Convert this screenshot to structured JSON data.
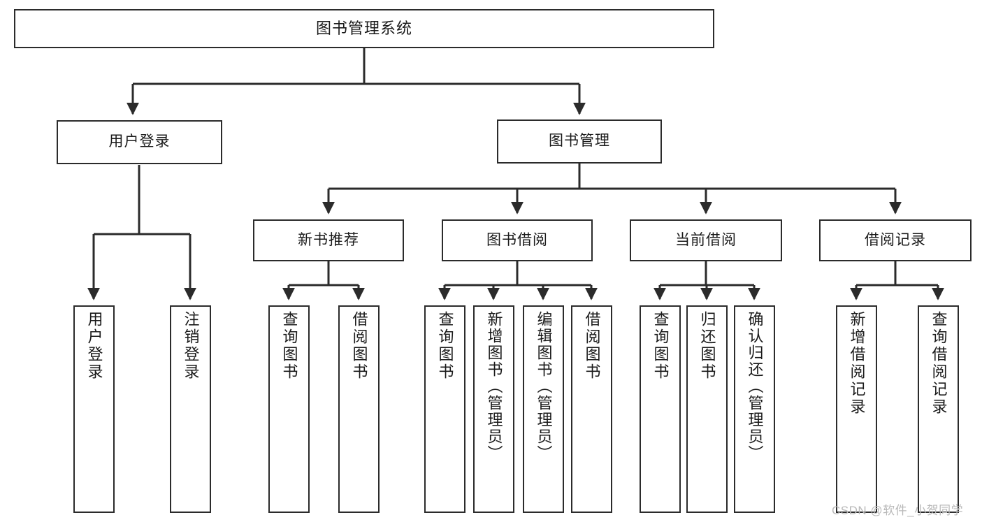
{
  "diagram": {
    "title": "图书管理系统",
    "type": "tree-structure-chart",
    "watermark": "CSDN @软件_小贺同学",
    "colors": {
      "box_border": "#2b2b2b",
      "box_fill": "#ffffff",
      "edge": "#2b2b2b",
      "text": "#1a1a1a",
      "watermark": "#b9b9b9",
      "background": "#ffffff"
    }
  },
  "nodes": {
    "root": {
      "label": "图书管理系统"
    },
    "level2": [
      {
        "label": "用户登录"
      },
      {
        "label": "图书管理"
      }
    ],
    "level3": [
      {
        "label": "新书推荐"
      },
      {
        "label": "图书借阅"
      },
      {
        "label": "当前借阅"
      },
      {
        "label": "借阅记录"
      }
    ],
    "leaves": {
      "user_login": [
        {
          "label": "用户登录"
        },
        {
          "label": "注销登录"
        }
      ],
      "new_book_recommend": [
        {
          "label": "查询图书"
        },
        {
          "label": "借阅图书"
        }
      ],
      "book_borrow": [
        {
          "label": "查询图书"
        },
        {
          "label": "新增图书（管理员）"
        },
        {
          "label": "编辑图书（管理员）"
        },
        {
          "label": "借阅图书"
        }
      ],
      "current_borrow": [
        {
          "label": "查询图书"
        },
        {
          "label": "归还图书"
        },
        {
          "label": "确认归还（管理员）"
        }
      ],
      "borrow_record": [
        {
          "label": "新增借阅记录"
        },
        {
          "label": "查询借阅记录"
        }
      ]
    }
  }
}
